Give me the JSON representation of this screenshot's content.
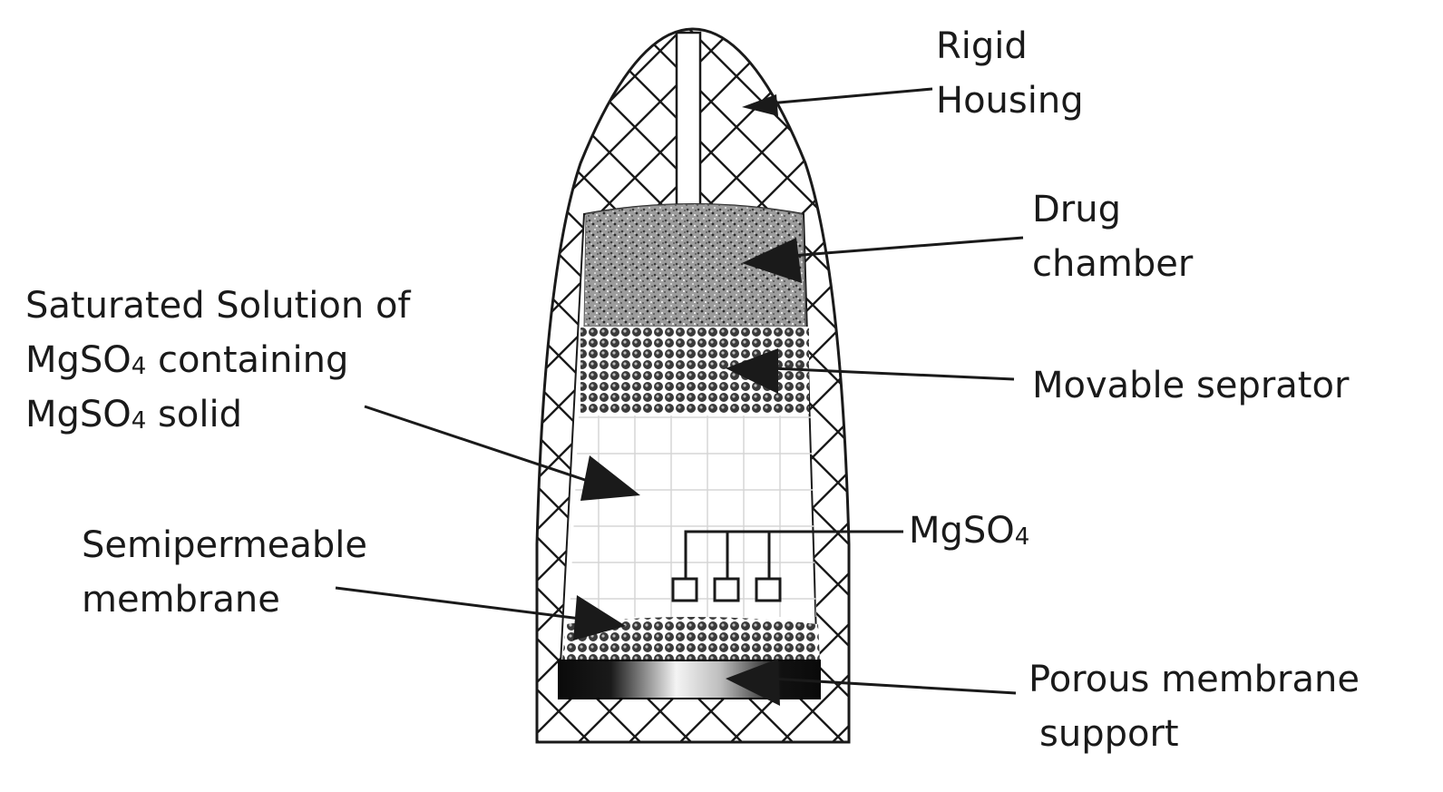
{
  "labels": {
    "rigid_housing": [
      "Rigid",
      "Housing"
    ],
    "drug_chamber": [
      "Drug",
      "chamber"
    ],
    "movable_separator": "Movable seprator",
    "saturated_solution": {
      "line1": "Saturated Solution of",
      "line2_pre": "MgSO",
      "line2_sub": "4",
      "line2_post": " containing",
      "line3_pre": "MgSO",
      "line3_sub": "4",
      "line3_post": " solid"
    },
    "mgso4": {
      "pre": "MgSO",
      "sub": "4"
    },
    "semipermeable_membrane": [
      "Semipermeable",
      "membrane"
    ],
    "porous_support": [
      "Porous membrane",
      "support"
    ]
  },
  "colors": {
    "line": "#1a1a1a",
    "drug_fill": "#8a8a8a",
    "separator_fill": "#3a3a3a",
    "grid": "#d8d8d8"
  }
}
